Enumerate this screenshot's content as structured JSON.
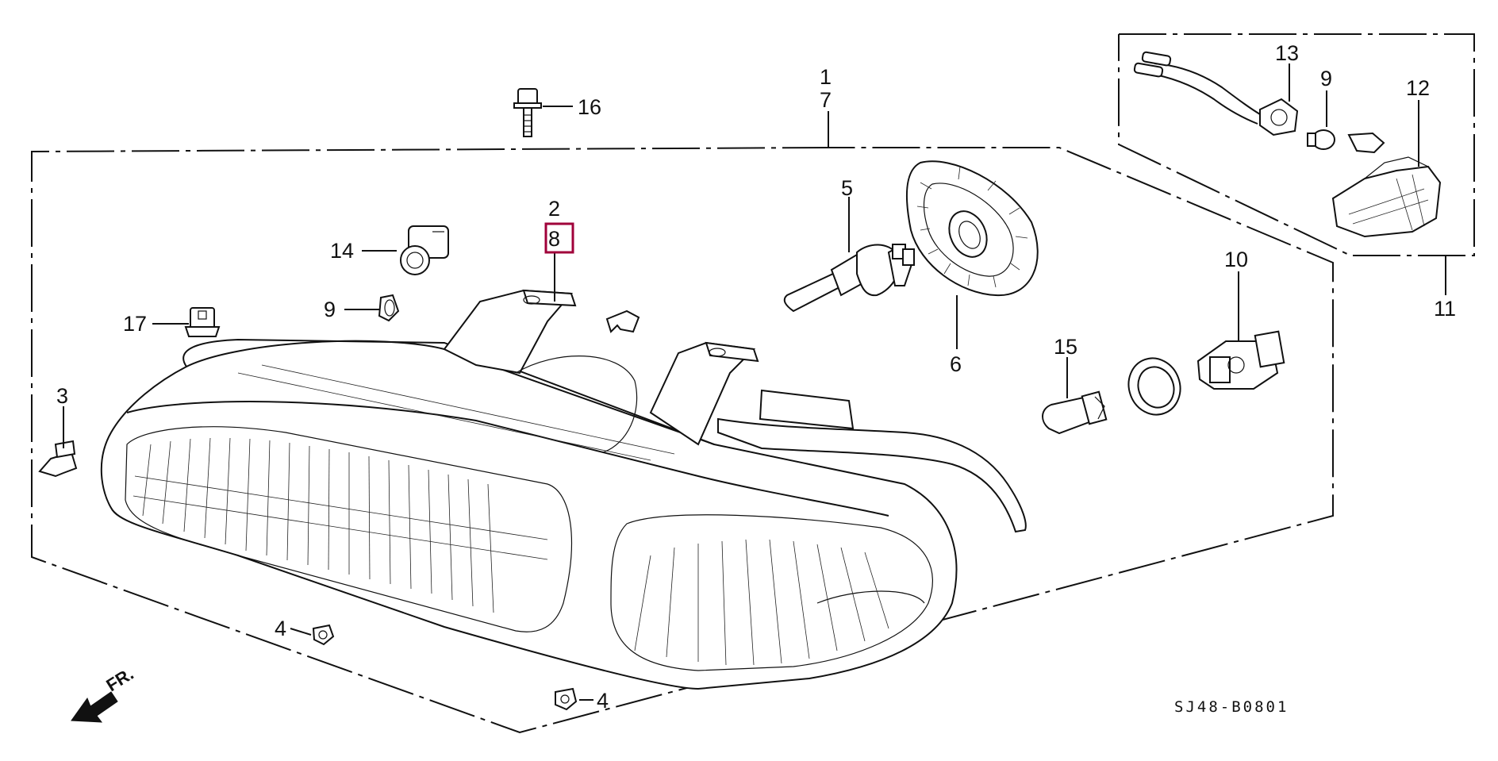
{
  "diagram_code": "SJ48-B0801",
  "direction_label": "FR.",
  "highlight_color": "#a0003a",
  "callouts": [
    {
      "id": "c1",
      "text": "1"
    },
    {
      "id": "c7",
      "text": "7"
    },
    {
      "id": "c2",
      "text": "2"
    },
    {
      "id": "c8",
      "text": "8",
      "highlighted": true
    },
    {
      "id": "c16",
      "text": "16"
    },
    {
      "id": "c14",
      "text": "14"
    },
    {
      "id": "c9a",
      "text": "9"
    },
    {
      "id": "c17",
      "text": "17"
    },
    {
      "id": "c3",
      "text": "3"
    },
    {
      "id": "c4a",
      "text": "4"
    },
    {
      "id": "c4b",
      "text": "4"
    },
    {
      "id": "c5",
      "text": "5"
    },
    {
      "id": "c6",
      "text": "6"
    },
    {
      "id": "c15",
      "text": "15"
    },
    {
      "id": "c10",
      "text": "10"
    },
    {
      "id": "c13",
      "text": "13"
    },
    {
      "id": "c9b",
      "text": "9"
    },
    {
      "id": "c12",
      "text": "12"
    },
    {
      "id": "c11",
      "text": "11"
    }
  ]
}
